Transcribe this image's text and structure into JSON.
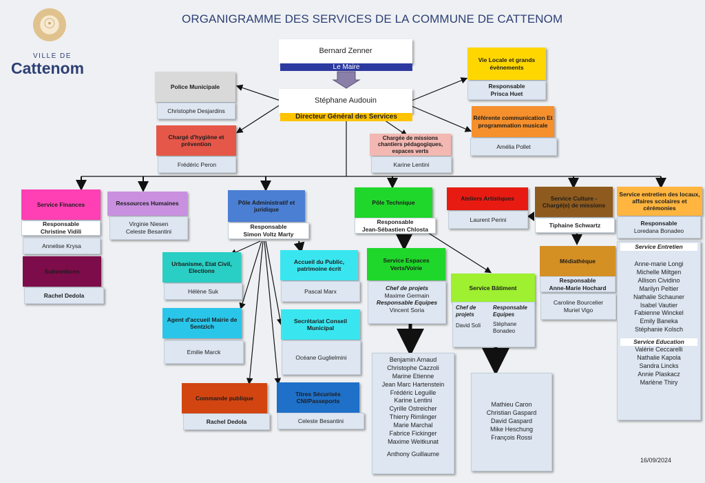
{
  "title": "ORGANIGRAMME DES SERVICES DE LA COMMUNE DE CATTENOM",
  "logo": {
    "ville": "VILLE DE",
    "name": "Cattenom"
  },
  "date": "16/09/2024",
  "maire": {
    "name": "Bernard Zenner",
    "role": "Le Maire"
  },
  "dgs": {
    "name": "Stéphane Audouin",
    "role": "Directeur Général des Services"
  },
  "police": {
    "label": "Police Municipale",
    "person": "Christophe Desjardins"
  },
  "hygiene": {
    "label": "Chargé d'hygiène et prévention",
    "person": "Frédéric Peron"
  },
  "vie_locale": {
    "label": "Vie Locale et grands évènements",
    "role": "Responsable",
    "person": "Prisca Huet"
  },
  "communication": {
    "label": "Référente communication Et programmation musicale",
    "person": "Amélia Pollet"
  },
  "missions": {
    "label": "Chargée de missions chantiers pédagogiques, espaces verts",
    "person": "Karine Lentini"
  },
  "finances": {
    "label": "Service Finances",
    "role": "Responsable",
    "person": "Christine Vidili",
    "staff": "Annelise Krysa"
  },
  "subventions": {
    "label": "Subventions",
    "person": "Rachel Dedola"
  },
  "rh": {
    "label": "Ressources Humaines",
    "staff": [
      "Virginie Niesen",
      "Celeste Besantini"
    ]
  },
  "pole_admin": {
    "label": "Pôle Administratif et juridique",
    "role": "Responsable",
    "person": "Simon Voltz Marty"
  },
  "urbanisme": {
    "label": "Urbanisme, Etat Civil, Elections",
    "person": "Hélène Suk"
  },
  "accueil_public": {
    "label": "Accueil du Public, patrimoine écrit",
    "person": "Pascal Marx"
  },
  "agent_accueil": {
    "label": "Agent d'accueil Mairie de Sentzich",
    "person": "Emilie Marck"
  },
  "secretariat": {
    "label": "Secrétariat Conseil Municipal",
    "person": "Océane Guglielmini"
  },
  "commande": {
    "label": "Commande publique",
    "person": "Rachel Dedola"
  },
  "titres": {
    "label": "Titres Sécurisés CNI/Passeports",
    "person": "Celeste Besantini"
  },
  "pole_tech": {
    "label": "Pôle Technique",
    "role": "Responsable",
    "person": "Jean-Sébastien Chlosta"
  },
  "espaces_verts": {
    "label": "Service Espaces Verts/Voirie",
    "chef_label": "Chef de projets",
    "chef": "Maxime Germain",
    "resp_label": "Responsable Equipes",
    "resp": "Vincent Soria",
    "team": [
      "Benjamin Arnaud",
      "Christophe Cazzoli",
      "Marine Etienne",
      "Jean Marc Hartenstein",
      "Frédéric Leguille",
      "Karine Lentini",
      "Cyrille Ostreicher",
      "Thierry Rimlinger",
      "Marie Marchal",
      "Fabrice Fickinger",
      "Maxime Weitkunat",
      "Anthony Guillaume"
    ]
  },
  "batiment": {
    "label": "Service Bâtiment",
    "chef_label": "Chef de projets",
    "chef": "David Soli",
    "resp_label": "Responsable Equipes",
    "resp": "Stéphane Bonadeo",
    "team": [
      "Mathieu Caron",
      "Christian Gaspard",
      "David Gaspard",
      "Mike Heschung",
      "François Rossi"
    ]
  },
  "ateliers": {
    "label": "Ateliers Artistiques",
    "person": "Laurent Perini"
  },
  "culture": {
    "label": "Service Culture - Chargé(e) de missions",
    "person": "Tiphaine Schwartz"
  },
  "mediatheque": {
    "label": "Médiathèque",
    "role": "Responsable",
    "person": "Anne-Marie Hochard",
    "staff": [
      "Caroline Bourcelier",
      "Muriel Vigo"
    ]
  },
  "entretien": {
    "label": "Service entretien des locaux, affaires scolaires et cérémonies",
    "role": "Responsable",
    "person": "Loredana Bonadeo",
    "entretien_label": "Service Entretien",
    "entretien_staff": [
      "Anne-marie Longi",
      "Michelle Miltgen",
      "Allison Cividino",
      "Marilyn Peltier",
      "Nathalie Schauner",
      "Isabel Vautier",
      "Fabienne Winckel",
      "Emily Baneka",
      "Stéphanie Kolsch"
    ],
    "education_label": "Service Education",
    "education_staff": [
      "Valérie Ceccarelli",
      "Nathalie Kapola",
      "Sandra Lincks",
      "Annie Plaskacz",
      "Marlène Thiry"
    ]
  },
  "colors": {
    "navy": "#2d3f74",
    "finances": "#ff3fb4",
    "subventions": "#7d0c4a",
    "rh": "#c990e0",
    "pole_admin": "#4a7fd4",
    "pole_tech": "#1fd72a",
    "ateliers": "#e81b12",
    "culture": "#8e5a1e",
    "entretien": "#ffb53f",
    "vie_locale": "#ffd700",
    "communication": "#f5902d",
    "hygiene": "#e55749",
    "missions": "#f3b8b2",
    "commande": "#d24511",
    "titres": "#1f70c8",
    "teal": "#29cfc4",
    "lime": "#9ef030",
    "mediatheque": "#d59024",
    "police": "#d2d2d2"
  }
}
